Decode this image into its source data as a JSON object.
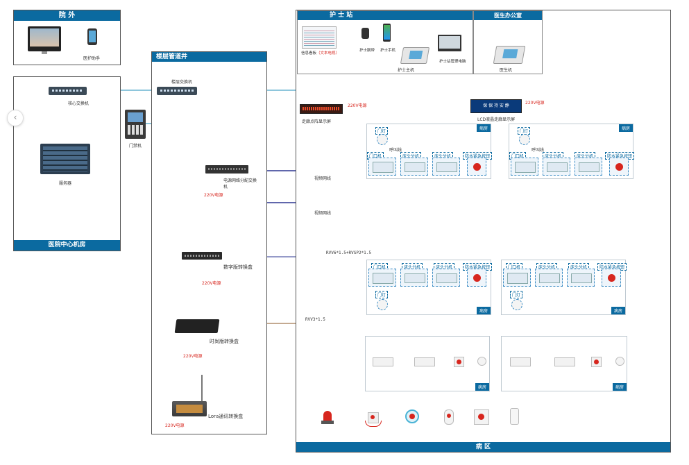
{
  "sections": {
    "outside": "院 外",
    "shaft": "楼层管道井",
    "nurse_station": "护 士 站",
    "doctor_office": "医生办公室",
    "datacenter": "医院中心机房",
    "ward_area": "病 区"
  },
  "devices": {
    "care_assistant": "医护助手",
    "core_switch": "核心交换机",
    "server": "服务器",
    "floor_switch": "楼层交换机",
    "door_unit": "门禁机",
    "info_board": "信息看板",
    "info_board_note": "（文本电视）",
    "nurse_watch": "护士腕带",
    "nurse_phone": "护士手机",
    "nurse_host": "护士主机",
    "nurse_pc": "护士站管理电脑",
    "doctor_host": "医生机",
    "corridor_led": "走廊点阵显示屏",
    "lcd_screen": "LCD液晶走廊显示屏",
    "lcd_text": "保 保 持 安 静",
    "power_switch": "电源网络分配交换机",
    "digital_box": "数字版转换盒",
    "fashion_box": "时尚版转换盒",
    "lora_box": "Lora通讯转换盒"
  },
  "power": "220V电源",
  "cables": {
    "video_line_1": "视频网线",
    "video_line_2": "视频网线",
    "rvv_digital": "RVV6*1.5+RVSP2*1.5",
    "rvv_fashion": "RVV3*1.5"
  },
  "room": {
    "badge": "病房",
    "door_light": "门灯",
    "door_unit": "门口机",
    "bed_unit": "床头分机",
    "emergency": "防水紧急按钮",
    "callpen": "呼叫线"
  }
}
